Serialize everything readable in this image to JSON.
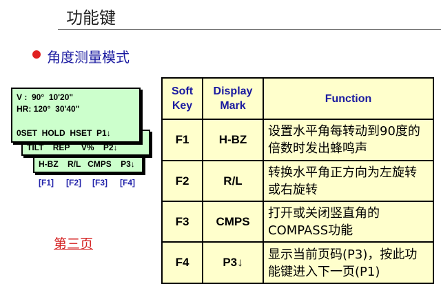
{
  "header": {
    "title": "功能键",
    "subtitle": "角度测量模式"
  },
  "lcd": {
    "screen1_line1": "V :  90°  10'20\"",
    "screen1_line2": "HR: 120°  30'40\"",
    "screen1_line3": "0SET  HOLD  HSET  P1↓",
    "screen2_line": "TILT    REP     V%    P2↓",
    "screen3_line": "H-BZ    R/L   CMPS    P3↓"
  },
  "fkeys": [
    "[F1]",
    "[F2]",
    "[F3]",
    "[F4]"
  ],
  "page_label": "第三页",
  "table": {
    "headers": {
      "soft_key": "Soft Key",
      "display_mark": "Display Mark",
      "function": "Function"
    },
    "rows": [
      {
        "key": "F1",
        "mark": "H-BZ",
        "function": "设置水平角每转动到90度的倍数时发出蜂鸣声"
      },
      {
        "key": "F2",
        "mark": "R/L",
        "function": "转换水平角正方向为左旋转或右旋转"
      },
      {
        "key": "F3",
        "mark": "CMPS",
        "function": "打开或关闭竖直角的COMPASS功能"
      },
      {
        "key": "F4",
        "mark": "P3↓",
        "function": "显示当前页码(P3)，按此功能键进入下一页(P1)"
      }
    ]
  }
}
